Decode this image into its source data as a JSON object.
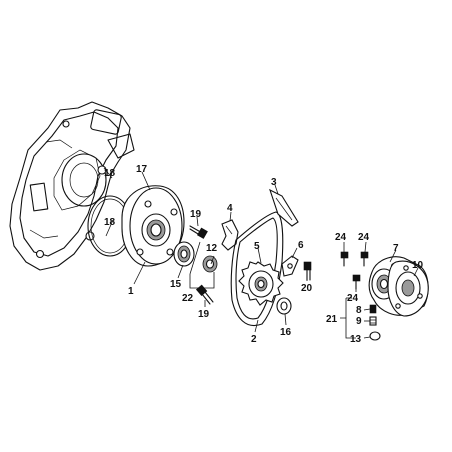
{
  "callouts": [
    {
      "id": "p1",
      "text": "1"
    },
    {
      "id": "p2",
      "text": "2"
    },
    {
      "id": "p3",
      "text": "3"
    },
    {
      "id": "p4",
      "text": "4"
    },
    {
      "id": "p5",
      "text": "5"
    },
    {
      "id": "p6",
      "text": "6"
    },
    {
      "id": "p7",
      "text": "7"
    },
    {
      "id": "p8",
      "text": "8"
    },
    {
      "id": "p9",
      "text": "9"
    },
    {
      "id": "p10",
      "text": "10"
    },
    {
      "id": "p12",
      "text": "12"
    },
    {
      "id": "p13",
      "text": "13"
    },
    {
      "id": "p15",
      "text": "15"
    },
    {
      "id": "p16",
      "text": "16"
    },
    {
      "id": "p17",
      "text": "17"
    },
    {
      "id": "p18a",
      "text": "18"
    },
    {
      "id": "p18b",
      "text": "18"
    },
    {
      "id": "p19a",
      "text": "19"
    },
    {
      "id": "p19b",
      "text": "19"
    },
    {
      "id": "p20",
      "text": "20"
    },
    {
      "id": "p21",
      "text": "21"
    },
    {
      "id": "p22",
      "text": "22"
    },
    {
      "id": "p24a",
      "text": "24"
    },
    {
      "id": "p24b",
      "text": "24"
    },
    {
      "id": "p24c",
      "text": "24"
    }
  ]
}
